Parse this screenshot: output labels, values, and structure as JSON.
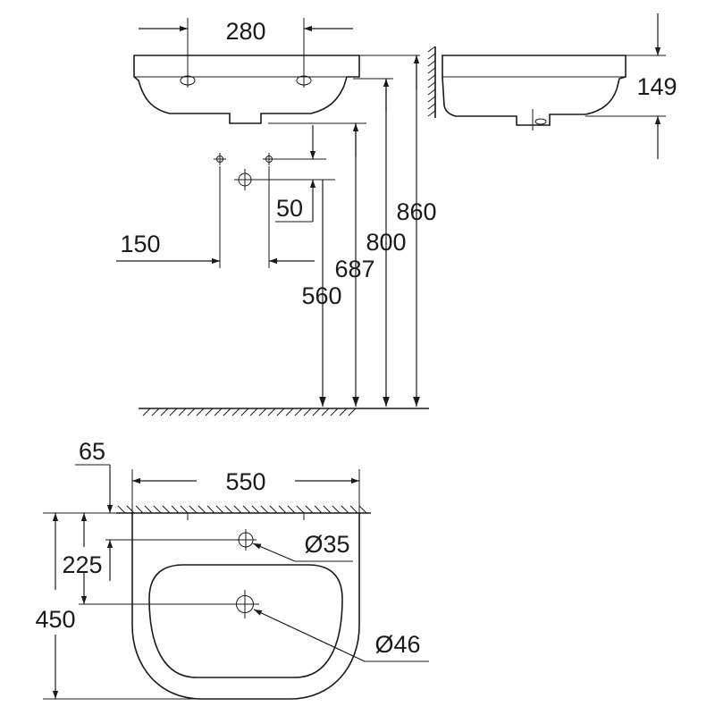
{
  "dimensions": {
    "front": {
      "tap_spacing": "280",
      "waste_offset": "50",
      "supply_spacing": "150",
      "height_560": "560",
      "height_687": "687",
      "height_800": "800",
      "height_860": "860"
    },
    "side": {
      "basin_depth": "149"
    },
    "plan": {
      "width": "550",
      "rim_offset": "65",
      "tap_hole_depth": "225",
      "projection": "450",
      "tap_hole_diameter": "Ø35",
      "waste_hole_diameter": "Ø46"
    }
  }
}
